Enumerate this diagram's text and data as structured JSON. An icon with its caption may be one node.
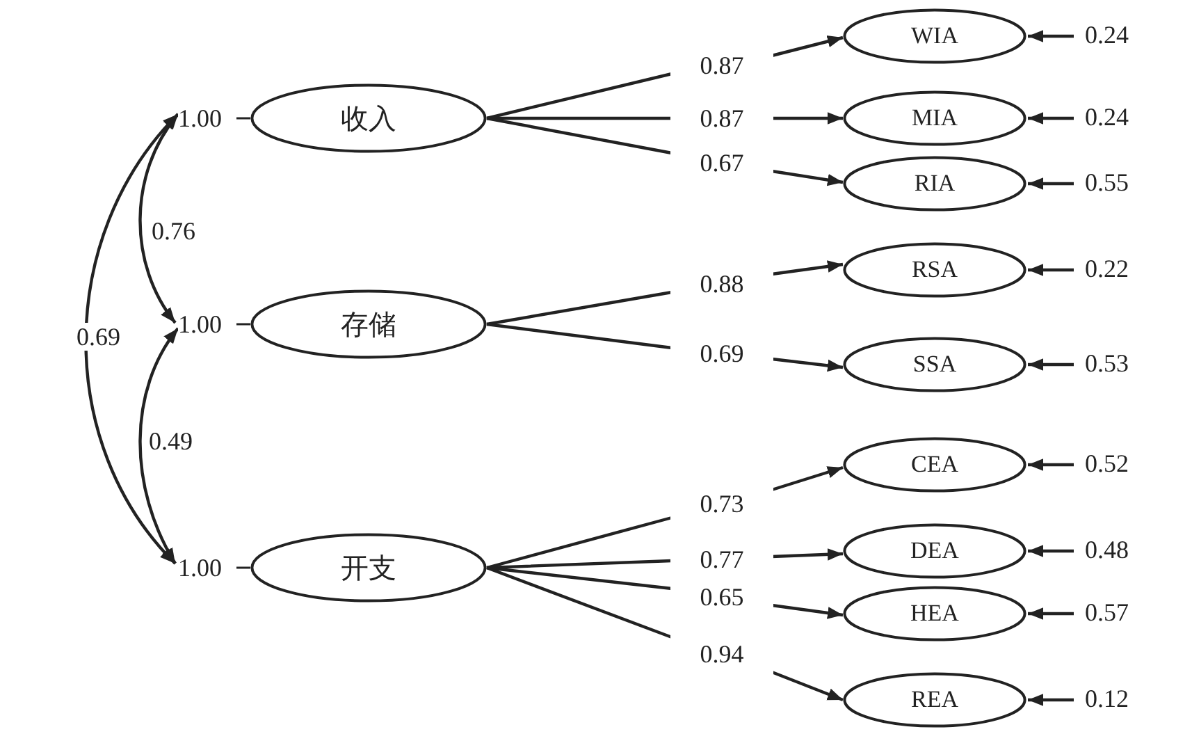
{
  "diagram": {
    "nodes": [
      {
        "text": [
          "收入"
        ],
        "beside": [
          "1.00"
        ]
      },
      {
        "text": [
          "存储"
        ],
        "beside": [
          "1.00"
        ]
      },
      {
        "text": [
          "开支"
        ],
        "beside": [
          "1.00"
        ]
      },
      {
        "text": [
          "WIA"
        ]
      },
      {
        "text": [
          "MIA"
        ]
      },
      {
        "text": [
          "RIA"
        ]
      },
      {
        "text": [
          "RSA"
        ]
      },
      {
        "text": [
          "SSA"
        ]
      },
      {
        "text": [
          "CEA"
        ]
      },
      {
        "text": [
          "DEA"
        ]
      },
      {
        "text": [
          "HEA"
        ]
      },
      {
        "text": [
          "REA"
        ]
      }
    ],
    "edges": [
      {
        "from": 0,
        "to": 3,
        "arrow": "to",
        "label": "0.87"
      },
      {
        "from": 0,
        "to": 4,
        "arrow": "to",
        "label": "0.87"
      },
      {
        "from": 0,
        "to": 5,
        "arrow": "to",
        "label": "0.67"
      },
      {
        "from": 1,
        "to": 6,
        "arrow": "to",
        "label": "0.88"
      },
      {
        "from": 1,
        "to": 7,
        "arrow": "to",
        "label": "0.69"
      },
      {
        "from": 2,
        "to": 8,
        "arrow": "to",
        "label": "0.73"
      },
      {
        "from": 2,
        "to": 9,
        "arrow": "to",
        "label": "0.77"
      },
      {
        "from": 2,
        "to": 10,
        "arrow": "to",
        "label": "0.65"
      },
      {
        "from": 2,
        "to": 11,
        "arrow": "to",
        "label": "0.94"
      },
      {
        "from": 0,
        "to": 1,
        "arrow": "both",
        "label": "0.76"
      },
      {
        "from": 0,
        "to": 2,
        "arrow": "both",
        "label": "0.69"
      },
      {
        "from": 1,
        "to": 2,
        "arrow": "both",
        "label": "0.49"
      },
      {
        "from": null,
        "to": 3,
        "arrow": "to",
        "label": "0.24"
      },
      {
        "from": null,
        "to": 4,
        "arrow": "to",
        "label": "0.24"
      },
      {
        "from": null,
        "to": 5,
        "arrow": "to",
        "label": "0.55"
      },
      {
        "from": null,
        "to": 6,
        "arrow": "to",
        "label": "0.22"
      },
      {
        "from": null,
        "to": 7,
        "arrow": "to",
        "label": "0.53"
      },
      {
        "from": null,
        "to": 8,
        "arrow": "to",
        "label": "0.52"
      },
      {
        "from": null,
        "to": 9,
        "arrow": "to",
        "label": "0.48"
      },
      {
        "from": null,
        "to": 10,
        "arrow": "to",
        "label": "0.57"
      },
      {
        "from": null,
        "to": 11,
        "arrow": "to",
        "label": "0.12"
      }
    ]
  }
}
